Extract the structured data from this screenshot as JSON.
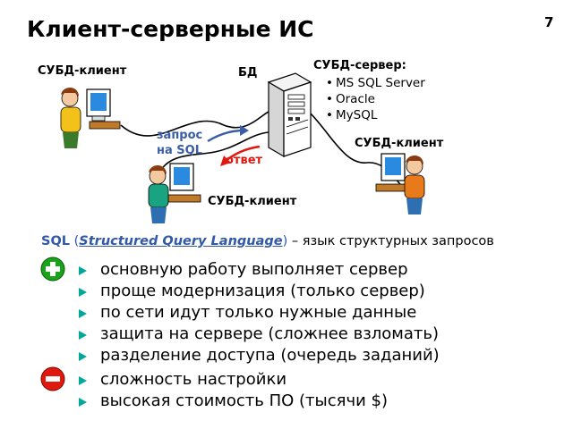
{
  "slide": {
    "title": "Клиент-серверные ИС",
    "number": "7"
  },
  "diagram": {
    "client_top_label": "СУБД-клиент",
    "db_label": "БД",
    "server_label": "СУБД-сервер:",
    "server_products": [
      "MS SQL Server",
      "Oracle",
      "MySQL"
    ],
    "request_label_line1": "запрос",
    "request_label_line2": "на SQL",
    "response_label": "ответ",
    "client_right_label": "СУБД-клиент",
    "client_bottom_label": "СУБД-клиент"
  },
  "sql_definition": {
    "abbr": "SQL",
    "open_paren": "(",
    "full_name": "Structured Query Language",
    "close_paren": ")",
    "rest": " – язык структурных запросов"
  },
  "advantages": [
    "основную работу выполняет сервер",
    "проще модернизация (только сервер)",
    "по сети идут только нужные данные",
    "защита на сервере (сложнее взломать)",
    "разделение доступа (очередь заданий)"
  ],
  "disadvantages": [
    "сложность настройки",
    "высокая стоимость ПО (тысячи $)"
  ],
  "colors": {
    "request": "#3a5da6",
    "response": "#e0190f",
    "plus": "#1aa31a",
    "minus": "#e0190f",
    "bullet": "#00a79b"
  },
  "icons": {
    "plus": "plus-circle-icon",
    "minus": "minus-circle-icon"
  }
}
